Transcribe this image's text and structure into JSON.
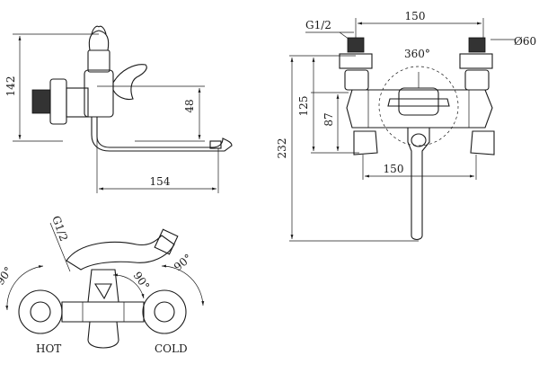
{
  "side_view": {
    "height_total": "142",
    "height_spout": "48",
    "spout_length": "154"
  },
  "front_view": {
    "thread": "G1/2",
    "center_distance_top": "150",
    "center_distance_bottom": "150",
    "diameter": "Ø60",
    "rotation": "360°",
    "height_total": "232",
    "height_125": "125",
    "height_87": "87"
  },
  "top_view": {
    "thread": "G1/2",
    "angle_left": "90°",
    "angle_center": "90°",
    "angle_right": "90°",
    "hot_label": "HOT",
    "cold_label": "COLD"
  }
}
